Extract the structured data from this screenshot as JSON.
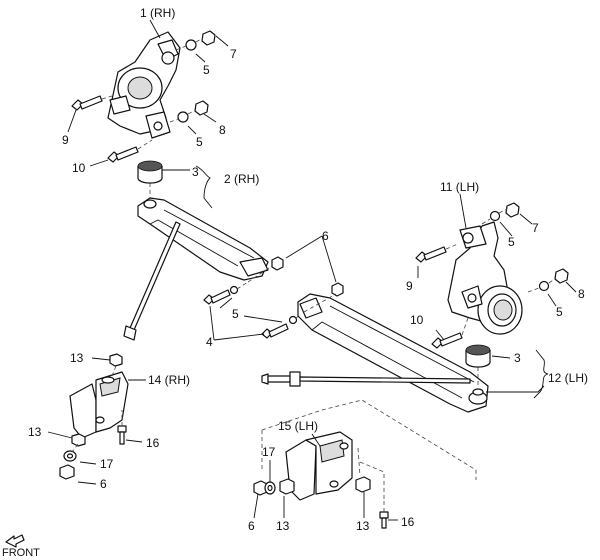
{
  "labels": {
    "p1": "1 (RH)",
    "p2": "2 (RH)",
    "p11": "11 (LH)",
    "p12": "12 (LH)",
    "p14": "14 (RH)",
    "p15": "15 (LH)",
    "n3": "3",
    "n4": "4",
    "n5": "5",
    "n6": "6",
    "n7": "7",
    "n8": "8",
    "n9": "9",
    "n10": "10",
    "n13": "13",
    "n16": "16",
    "n17": "17"
  },
  "front": "FRONT"
}
